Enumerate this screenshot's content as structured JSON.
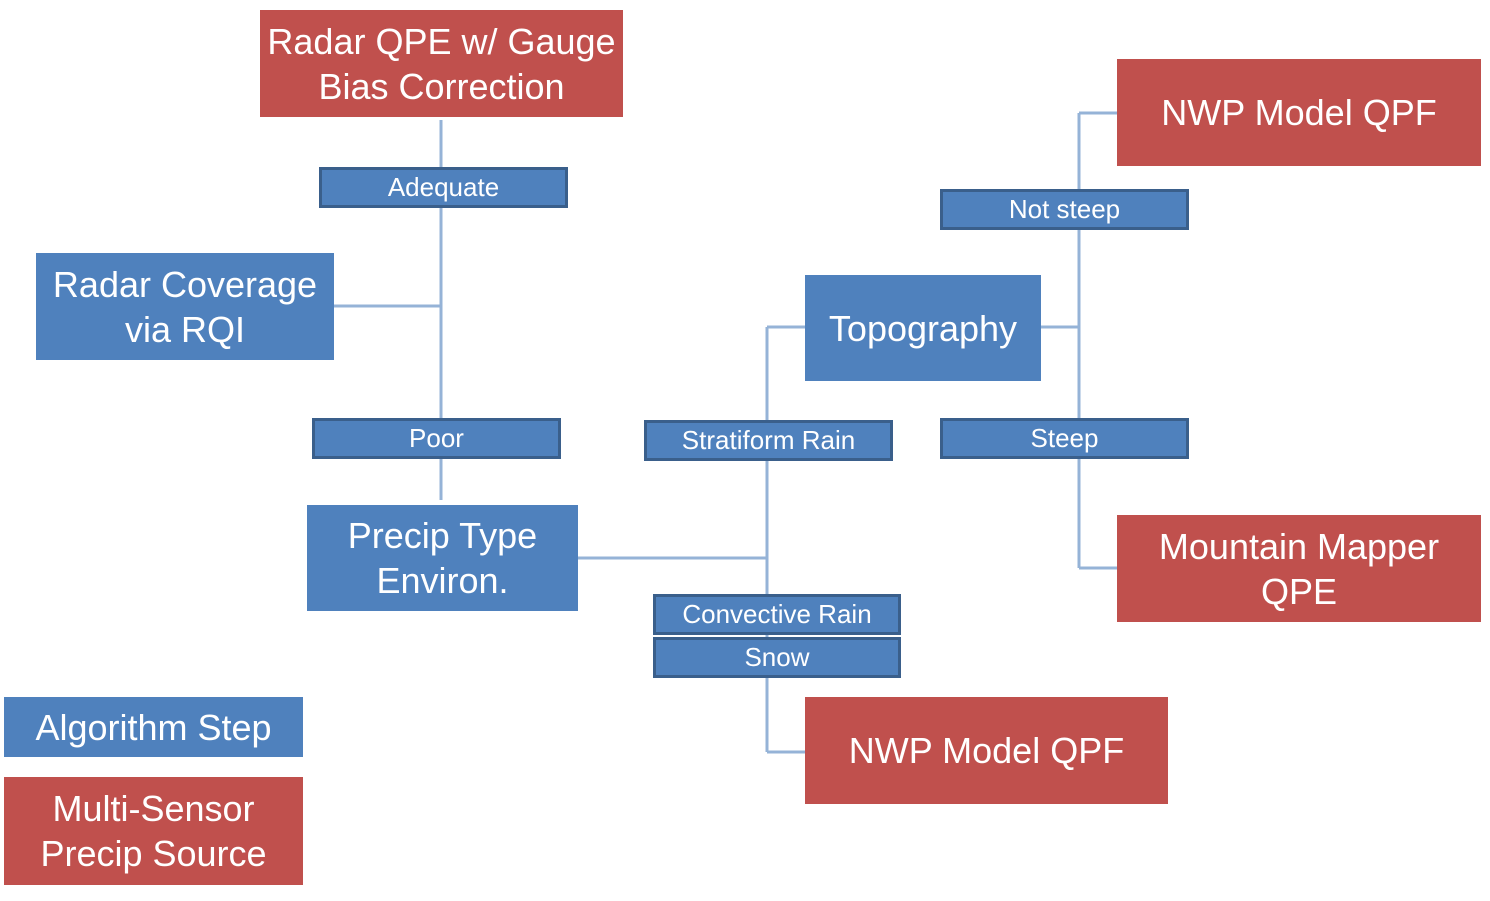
{
  "colors": {
    "step": "#4f81bd",
    "source": "#c0504d",
    "connector": "#95b3d7",
    "tag_border": "#3a5f8b"
  },
  "nodes": {
    "radar_qpe": "Radar QPE w/ Gauge\nBias Correction",
    "radar_coverage": "Radar Coverage\nvia RQI",
    "precip_type": "Precip Type\nEnviron.",
    "topography": "Topography",
    "nwp_top": "NWP Model QPF",
    "mountain_mapper": "Mountain Mapper\nQPE",
    "nwp_bottom": "NWP Model QPF"
  },
  "edge_labels": {
    "adequate": "Adequate",
    "poor": "Poor",
    "stratiform": "Stratiform Rain",
    "convective": "Convective Rain",
    "snow": "Snow",
    "not_steep": "Not steep",
    "steep": "Steep"
  },
  "legend": {
    "algorithm_step": "Algorithm Step",
    "precip_source": "Multi-Sensor\nPrecip Source"
  }
}
